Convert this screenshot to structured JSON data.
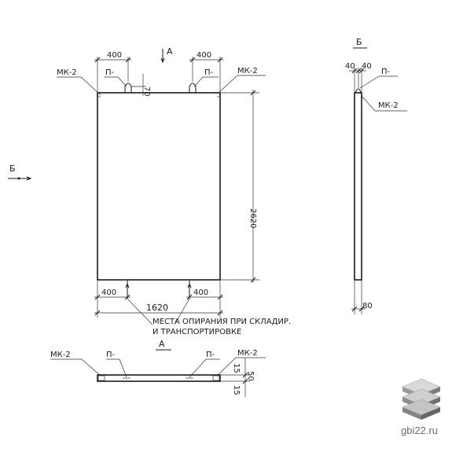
{
  "main_view": {
    "view_mark": "А",
    "dim_top_left": "400",
    "dim_top_right": "400",
    "dim_loop_height": "70",
    "dim_height": "2620",
    "dim_bottom_left": "400",
    "dim_bottom_right": "400",
    "dim_width": "1620",
    "label_mk_left": "МК-2",
    "label_p_left": "П-",
    "label_p_right": "П-",
    "label_mk_right": "МК-2",
    "section_mark_left": "Б",
    "note_line1": "МЕСТА ОПИРАНИЯ ПРИ СКЛАДИР.",
    "note_line2": "И ТРАНСПОРТИРОВКЕ"
  },
  "side_view": {
    "title": "Б",
    "dim_top_a": "40",
    "dim_top_b": "40",
    "label_p": "П-",
    "label_mk": "МК-2",
    "dim_thickness": "80"
  },
  "plan_view": {
    "title": "А",
    "label_mk_left": "МК-2",
    "label_p_left": "П-",
    "label_p_right": "П-",
    "label_mk_right": "МК-2",
    "dim_15_top": "15",
    "dim_50": "50",
    "dim_15_bottom": "15"
  },
  "logo": {
    "text": "gbi22.ru",
    "icon": "stacked-slabs-icon"
  }
}
